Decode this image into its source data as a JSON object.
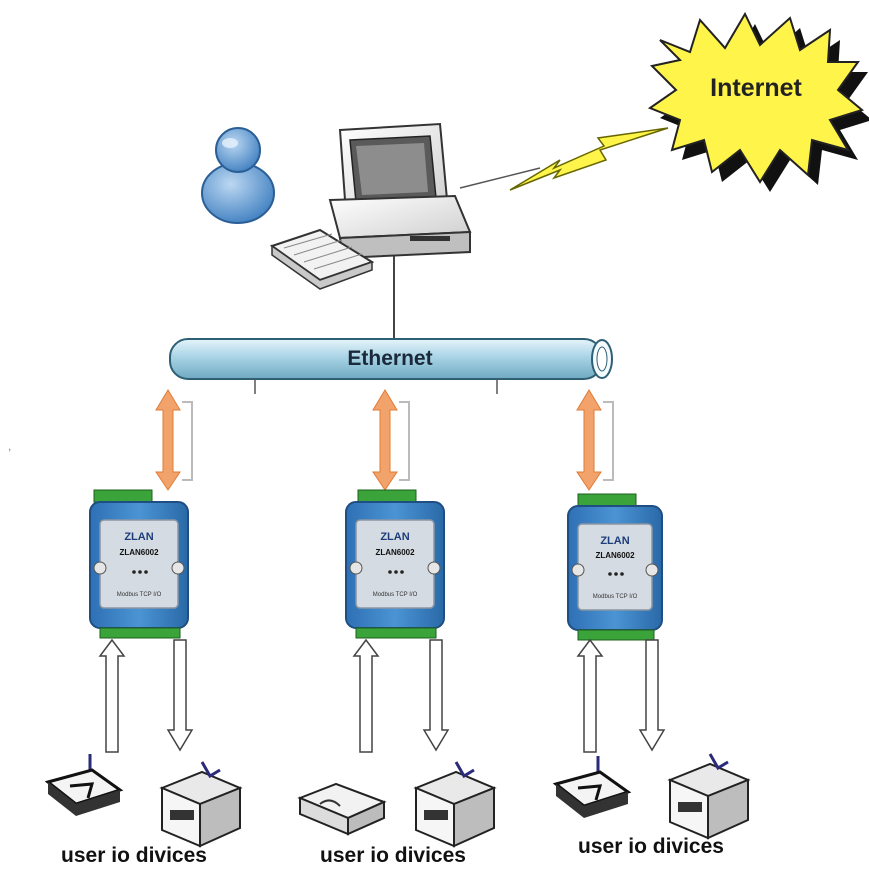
{
  "cloud": {
    "label": "Internet"
  },
  "network": {
    "label": "Ethernet"
  },
  "modules": [
    {
      "brand": "ZLAN",
      "model": "ZLAN6002",
      "caption": "Modbus TCP I/O"
    },
    {
      "brand": "ZLAN",
      "model": "ZLAN6002",
      "caption": "Modbus TCP I/O"
    },
    {
      "brand": "ZLAN",
      "model": "ZLAN6002",
      "caption": "Modbus TCP I/O"
    }
  ],
  "device_groups": [
    {
      "label": "user io divices"
    },
    {
      "label": "user io divices"
    },
    {
      "label": "user io divices"
    }
  ],
  "colors": {
    "cloud_fill": "#fff44a",
    "pipe": "#a9d4e6",
    "module": "#3f87c8",
    "arrow": "#f2a36b",
    "terminal": "#3aa33a"
  }
}
